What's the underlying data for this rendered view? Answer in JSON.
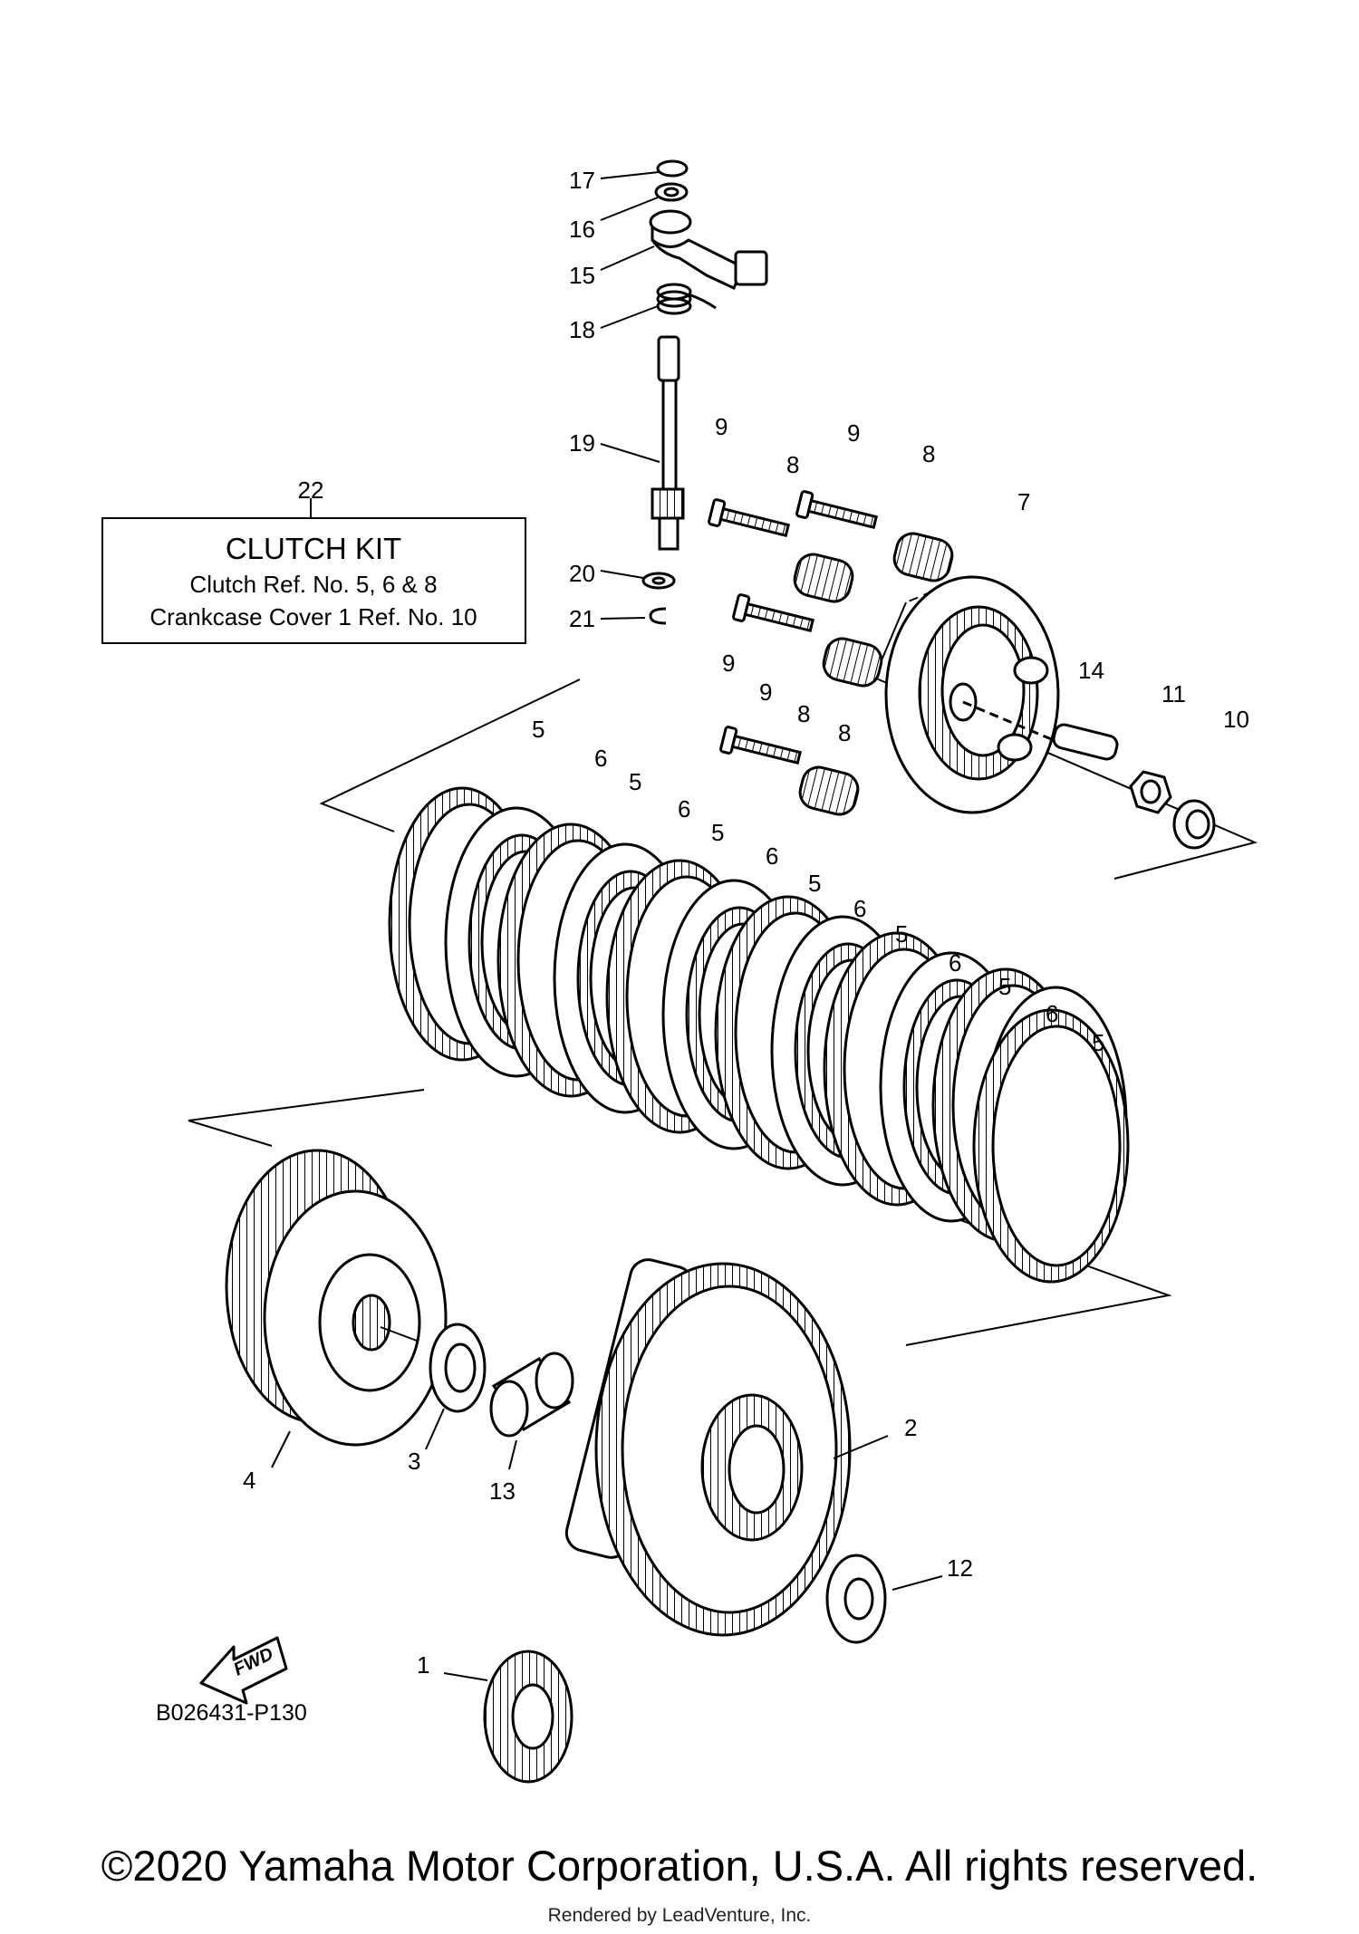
{
  "diagram": {
    "callouts": [
      "1",
      "2",
      "3",
      "4",
      "5",
      "6",
      "7",
      "8",
      "9",
      "10",
      "11",
      "12",
      "13",
      "14",
      "15",
      "16",
      "17",
      "18",
      "19",
      "20",
      "21",
      "22"
    ],
    "kit": {
      "number": "22",
      "title": "CLUTCH KIT",
      "line1": "Clutch Ref. No. 5, 6 & 8",
      "line2": "Crankcase Cover 1 Ref. No. 10"
    },
    "fwd_label": "FWD",
    "drawing_code": "B026431-P130"
  },
  "footer": {
    "copyright": "©2020 Yamaha Motor Corporation, U.S.A. All rights reserved.",
    "rendered_by": "Rendered by LeadVenture, Inc."
  }
}
